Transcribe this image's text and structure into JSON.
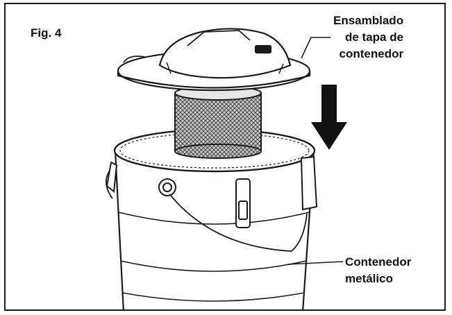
{
  "figure": {
    "label": "Fig. 4"
  },
  "callouts": {
    "lid": {
      "lines": [
        "Ensamblado",
        "de tapa de",
        "contenedor"
      ]
    },
    "container": {
      "lines": [
        "Contenedor",
        "metálico"
      ]
    }
  },
  "illustration": {
    "subject": "ash vacuum with lid assembly being lowered onto metal container",
    "arrow_direction": "down"
  },
  "colors": {
    "ink": "#1a1a1a",
    "paper": "#ffffff",
    "filter_mesh": "#555555"
  }
}
